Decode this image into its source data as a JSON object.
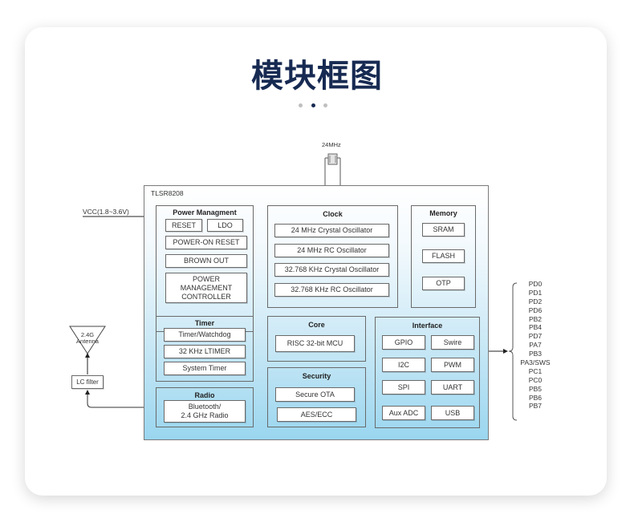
{
  "page": {
    "title": "模块框图",
    "carousel": {
      "count": 3,
      "active_index": 1
    }
  },
  "diagram": {
    "chip_name": "TLSR8208",
    "crystal_label": "24MHz",
    "vcc_label": "VCC(1.8~3.6V)",
    "antenna_label_line1": "2.4G",
    "antenna_label_line2": "Antenna",
    "lc_filter_label": "LC filter",
    "blocks": {
      "power": {
        "title": "Power Managment",
        "items": [
          "RESET",
          "LDO",
          "POWER-ON RESET",
          "BROWN OUT",
          "POWER\nMANAGEMENT\nCONTROLLER"
        ]
      },
      "clock": {
        "title": "Clock",
        "items": [
          "24 MHz Crystal Oscillator",
          "24 MHz RC Oscillator",
          "32.768 KHz Crystal Oscillator",
          "32.768 KHz RC Oscillator"
        ]
      },
      "memory": {
        "title": "Memory",
        "items": [
          "SRAM",
          "FLASH",
          "OTP"
        ]
      },
      "timer": {
        "title": "Timer",
        "items": [
          "Timer/Watchdog",
          "32 KHz LTIMER",
          "System Timer"
        ]
      },
      "radio": {
        "title": "Radio",
        "items": [
          "Bluetooth/\n2.4 GHz Radio"
        ]
      },
      "core": {
        "title": "Core",
        "items": [
          "RISC 32-bit MCU"
        ]
      },
      "security": {
        "title": "Security",
        "items": [
          "Secure OTA",
          "AES/ECC"
        ]
      },
      "interface": {
        "title": "Interface",
        "items": [
          "GPIO",
          "Swire",
          "I2C",
          "PWM",
          "SPI",
          "UART",
          "Aux ADC",
          "USB"
        ]
      }
    },
    "pins": [
      "PD0",
      "PD1",
      "PD2",
      "PD6",
      "PB2",
      "PB4",
      "PD7",
      "PA7",
      "PB3",
      "PA3/SWS",
      "PC1",
      "PC0",
      "PB5",
      "PB6",
      "PB7"
    ]
  }
}
